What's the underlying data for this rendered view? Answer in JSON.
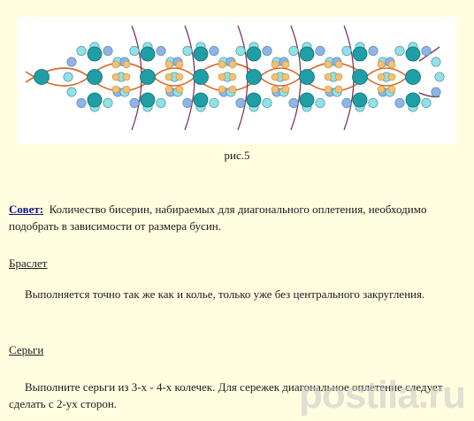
{
  "figure": {
    "caption": "рис.5",
    "colors": {
      "big_bead": "#1f9ea6",
      "ring_bead": "#8fe3e7",
      "blue_bead": "#8fb3ea",
      "orange_bead": "#f3c176",
      "thread_orange": "#d9682a",
      "thread_purple": "#7a2a55"
    }
  },
  "tip": {
    "label": "Совет:",
    "text": "Количество бисерин, набираемых для диагонального оплетения, необходимо подобрать в зависимости от размера бусин."
  },
  "bracelet": {
    "heading": "Браслет",
    "text": "Выполняется точно так же как и колье, только уже без центрального закругления."
  },
  "earrings": {
    "heading": "Серьги",
    "text": "Выполните серьги из 3-х - 4-х колечек. Для сережек диагональное оплетение следует сделать с 2-ух сторон."
  },
  "watermark": "postila.ru"
}
